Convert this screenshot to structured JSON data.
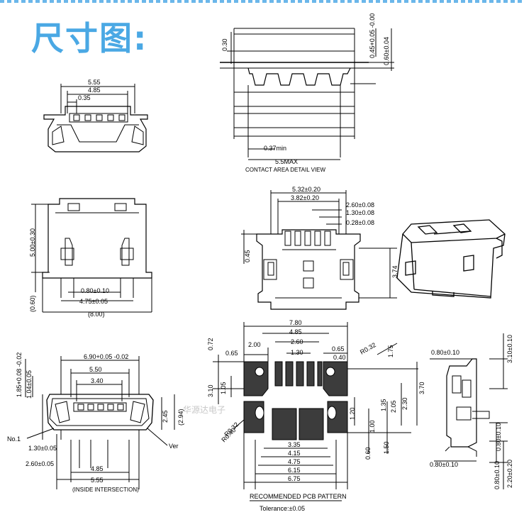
{
  "title": "尺寸图:",
  "view_front": {
    "d_555": "5.55",
    "d_485": "4.85",
    "d_035": "0.35"
  },
  "view_contact": {
    "d_030": "0.30",
    "d_045": "0.45+0.05 -0.00",
    "d_060": "0.60±0.04",
    "d_037": "0.37min",
    "d_max": "5.5MAX",
    "caption": "CONTACT AREA DETAIL VIEW"
  },
  "view_top": {
    "d_500": "5.00±0.30",
    "d_060p": "(0.60)",
    "d_080": "0.80±0.10",
    "d_475": "4.75±0.05",
    "d_800": "(8.00)"
  },
  "view_mid": {
    "d_532": "5.32±0.20",
    "d_382": "3.82±0.20",
    "d_260": "2.60±0.08",
    "d_130": "1.30±0.08",
    "d_028": "0.28±0.08",
    "d_045": "0.45",
    "d_374": "3.74"
  },
  "view_side_front": {
    "d_690": "6.90+0.05 -0.02",
    "d_550": "5.50",
    "d_340": "3.40",
    "d_185": "1.85+0.08 -0.02",
    "d_104": "1.04±0.05",
    "d_245": "2.45",
    "d_294": "(2.94)",
    "no1": "No.1",
    "ver": "Ver",
    "d_130": "1.30±0.05",
    "d_260": "2.60±0.05",
    "d_485": "4.85",
    "d_555": "5.55",
    "caption": "(INSIDE INTERSECTION)"
  },
  "view_pcb": {
    "d_780": "7.80",
    "d_485": "4.85",
    "d_260": "2.60",
    "d_200": "2.00",
    "d_130": "1.30",
    "d_065a": "0.65",
    "d_065b": "0.65",
    "d_040": "0.40",
    "d_072": "0.72",
    "d_032": "R0.32",
    "d_175": "1.75",
    "d_310": "3.10",
    "d_105": "1.05",
    "d_032b": "R0.32",
    "d_040b": "R0.40",
    "d_120": "1.20",
    "d_100": "1.00",
    "d_135": "1.35",
    "d_205": "2.05",
    "d_230": "2.30",
    "d_370": "3.70",
    "d_060": "0.60",
    "d_150": "1.50",
    "d_335": "3.35",
    "d_415": "4.15",
    "d_475": "4.75",
    "d_615": "6.15",
    "d_675": "6.75",
    "caption": "RECOMMENDED PCB PATTERN",
    "tolerance": "Tolerance:±0.05"
  },
  "view_right": {
    "d_080a": "0.80±0.10",
    "d_310": "3.10±0.10",
    "d_080b": "0.80±0.10",
    "d_080c": "0.80±0.10",
    "d_220": "2.20±0.20"
  },
  "watermark": "华源达电子"
}
